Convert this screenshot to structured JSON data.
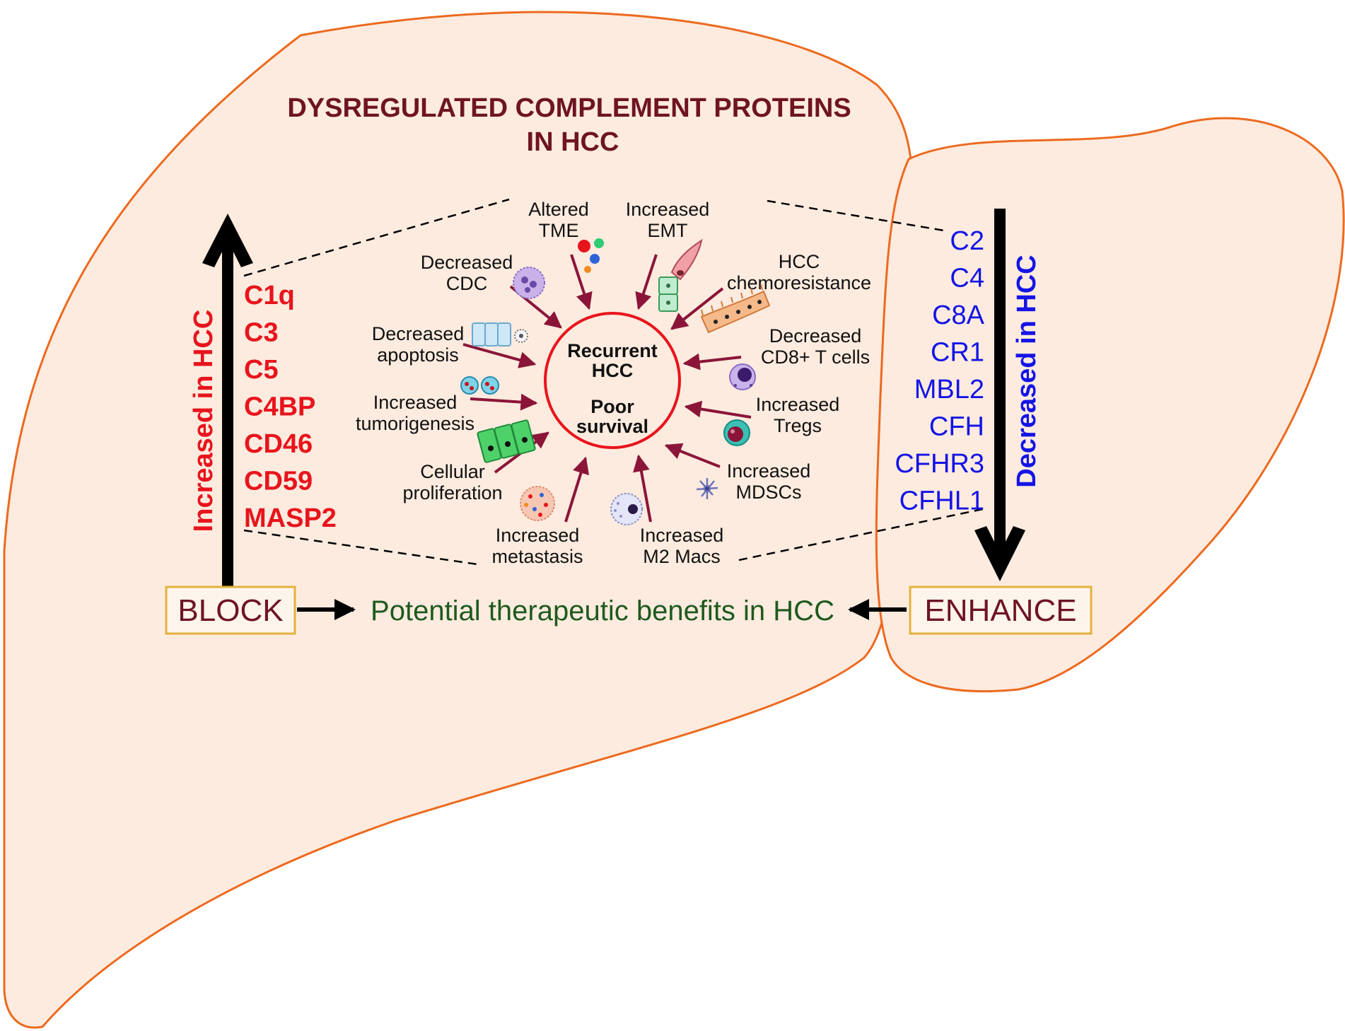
{
  "title": {
    "line1": "DYSREGULATED COMPLEMENT PROTEINS",
    "line2": "IN HCC"
  },
  "increased": {
    "label": "Increased in HCC",
    "items": [
      "C1q",
      "C3",
      "C5",
      "C4BP",
      "CD46",
      "CD59",
      "MASP2"
    ],
    "color": "#e8141c"
  },
  "decreased": {
    "label": "Decreased in HCC",
    "items": [
      "C2",
      "C4",
      "C8A",
      "CR1",
      "MBL2",
      "CFH",
      "CFHR3",
      "CFHL1"
    ],
    "color": "#1414e6"
  },
  "center": {
    "line1": "Recurrent",
    "line2": "HCC",
    "line3": "Poor",
    "line4": "survival"
  },
  "effects": [
    {
      "id": "altered-tme",
      "lines": [
        "Altered",
        "TME"
      ]
    },
    {
      "id": "increased-emt",
      "lines": [
        "Increased",
        "EMT"
      ]
    },
    {
      "id": "hcc-chemoresistance",
      "lines": [
        "HCC",
        "chemoresistance"
      ]
    },
    {
      "id": "decreased-cd8",
      "lines": [
        "Decreased",
        "CD8+ T cells"
      ]
    },
    {
      "id": "increased-tregs",
      "lines": [
        "Increased",
        "Tregs"
      ]
    },
    {
      "id": "increased-mdscs",
      "lines": [
        "Increased",
        "MDSCs"
      ]
    },
    {
      "id": "increased-m2-macs",
      "lines": [
        "Increased",
        "M2 Macs"
      ]
    },
    {
      "id": "increased-metastasis",
      "lines": [
        "Increased",
        "metastasis"
      ]
    },
    {
      "id": "cellular-proliferation",
      "lines": [
        "Cellular",
        "proliferation"
      ]
    },
    {
      "id": "increased-tumorigenesis",
      "lines": [
        "Increased",
        "tumorigenesis"
      ]
    },
    {
      "id": "decreased-apoptosis",
      "lines": [
        "Decreased",
        "apoptosis"
      ]
    },
    {
      "id": "decreased-cdc",
      "lines": [
        "Decreased",
        "CDC"
      ]
    }
  ],
  "block_label": "BLOCK",
  "enhance_label": "ENHANCE",
  "benefit_label": "Potential therapeutic benefits in HCC",
  "colors": {
    "liver_fill": "#fdebdf",
    "liver_outline": "#ec6a1f",
    "arrow_maroon": "#8b1538",
    "circle": "#e8141c",
    "box_border": "#e3b23c",
    "benefit": "#1e5a1e"
  }
}
